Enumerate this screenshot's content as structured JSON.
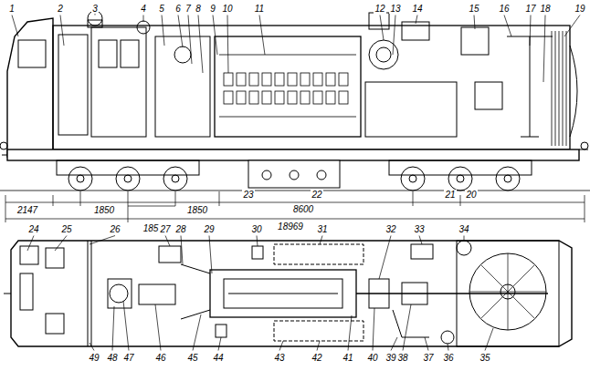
{
  "diagram": {
    "labels": [
      "1",
      "2",
      "3",
      "4",
      "5",
      "6",
      "7",
      "8",
      "9",
      "10",
      "11",
      "12",
      "13",
      "14",
      "15",
      "16",
      "17",
      "18",
      "19",
      "2147",
      "1850",
      "185",
      "1850",
      "23",
      "8600",
      "22",
      "21",
      "20",
      "18969",
      "24",
      "25",
      "26",
      "27",
      "28",
      "29",
      "30",
      "31",
      "32",
      "33",
      "34",
      "49",
      "48",
      "47",
      "46",
      "45",
      "44",
      "43",
      "42",
      "41",
      "40",
      "39",
      "38",
      "37",
      "36",
      "35"
    ]
  }
}
